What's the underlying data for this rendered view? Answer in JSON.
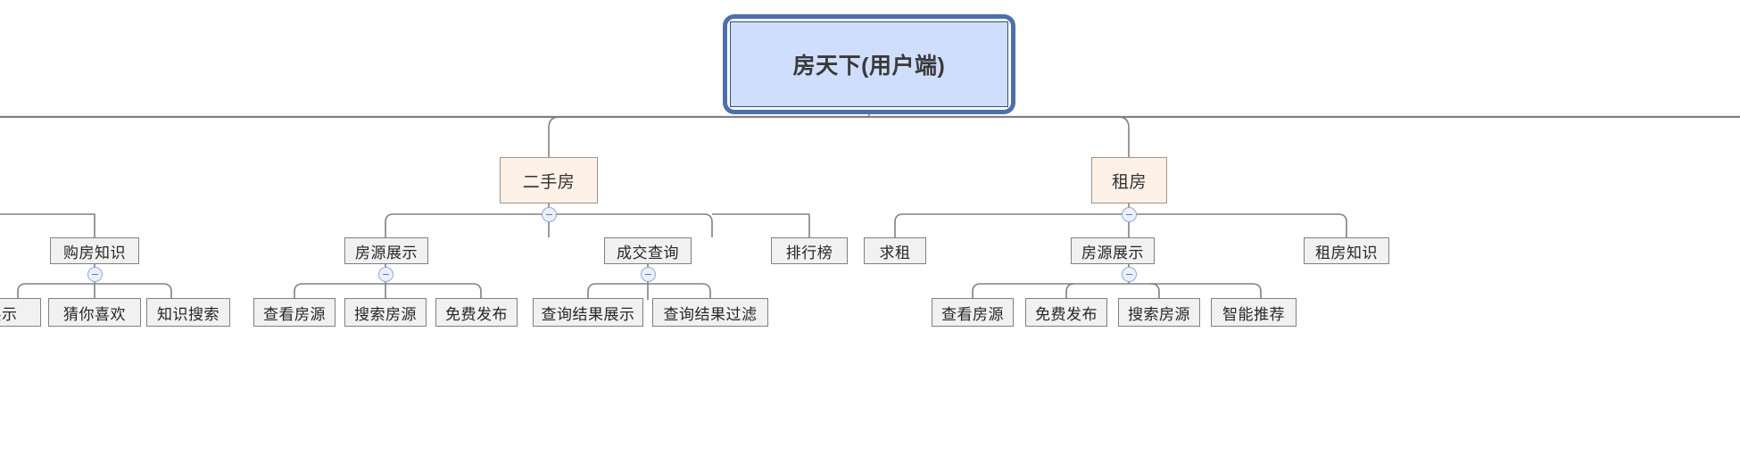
{
  "diagram": {
    "type": "mindmap-tree",
    "title": "房天下(用户端)",
    "root": {
      "label": "房天下(用户端)",
      "selected": true,
      "fill": "#cfdffb",
      "border": "#2f4e8e",
      "selection_color": "#4a6fb5"
    },
    "colors": {
      "category_fill": "#fdf1e8",
      "category_border": "#a89285",
      "node_fill": "#f1f1f1",
      "node_border": "#808080",
      "link": "#808080",
      "toggle_fill": "#eaf1fd",
      "toggle_border": "#8fa9d8",
      "toggle_glyph": "#5b7cbd"
    },
    "toggle_icon": "collapse-minus-icon",
    "branches": [
      {
        "label": "购房知识",
        "collapsed": false,
        "clipped_left": true,
        "children": [
          {
            "label": "展示",
            "clipped": true
          },
          {
            "label": "猜你喜欢"
          },
          {
            "label": "知识搜索"
          }
        ]
      },
      {
        "label": "二手房",
        "level": 2,
        "collapsed": false,
        "children": [
          {
            "label": "房源展示",
            "collapsed": false,
            "children": [
              {
                "label": "查看房源"
              },
              {
                "label": "搜索房源"
              },
              {
                "label": "免费发布"
              }
            ]
          },
          {
            "label": "成交查询",
            "collapsed": false,
            "children": [
              {
                "label": "查询结果展示"
              },
              {
                "label": "查询结果过滤"
              }
            ]
          },
          {
            "label": "排行榜",
            "collapsed": false,
            "children": []
          }
        ]
      },
      {
        "label": "租房",
        "level": 2,
        "collapsed": false,
        "children": [
          {
            "label": "求租",
            "children": []
          },
          {
            "label": "房源展示",
            "collapsed": false,
            "children": [
              {
                "label": "查看房源"
              },
              {
                "label": "免费发布"
              },
              {
                "label": "搜索房源"
              },
              {
                "label": "智能推荐"
              }
            ]
          },
          {
            "label": "租房知识",
            "children": []
          }
        ]
      }
    ]
  },
  "nodes": {
    "root": "房天下(用户端)",
    "cat_ershoufang": "二手房",
    "cat_zufang": "租房",
    "gou_fang_zhishi": "购房知识",
    "gou_leaf_1": "展示",
    "gou_leaf_2": "猜你喜欢",
    "gou_leaf_3": "知识搜索",
    "esf_fangyuan": "房源展示",
    "esf_chengjiao": "成交查询",
    "esf_paihang": "排行榜",
    "esf_leaf_1": "查看房源",
    "esf_leaf_2": "搜索房源",
    "esf_leaf_3": "免费发布",
    "esf_leaf_4": "查询结果展示",
    "esf_leaf_5": "查询结果过滤",
    "zf_qiuzu": "求租",
    "zf_fangyuan": "房源展示",
    "zf_zhishi": "租房知识",
    "zf_leaf_1": "查看房源",
    "zf_leaf_2": "免费发布",
    "zf_leaf_3": "搜索房源",
    "zf_leaf_4": "智能推荐"
  }
}
